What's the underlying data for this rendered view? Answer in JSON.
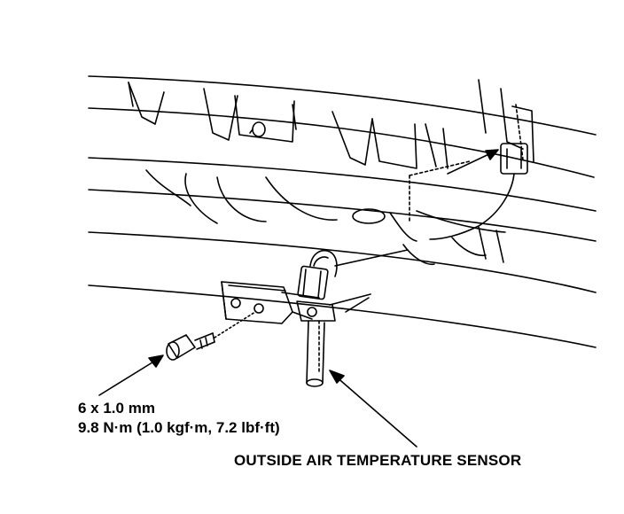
{
  "labels": {
    "bolt_size": "6 x 1.0 mm",
    "bolt_torque": "9.8 N·m (1.0 kgf·m, 7.2 lbf·ft)",
    "sensor_name": "OUTSIDE AIR TEMPERATURE SENSOR"
  },
  "colors": {
    "line": "#000000",
    "background": "#ffffff"
  }
}
